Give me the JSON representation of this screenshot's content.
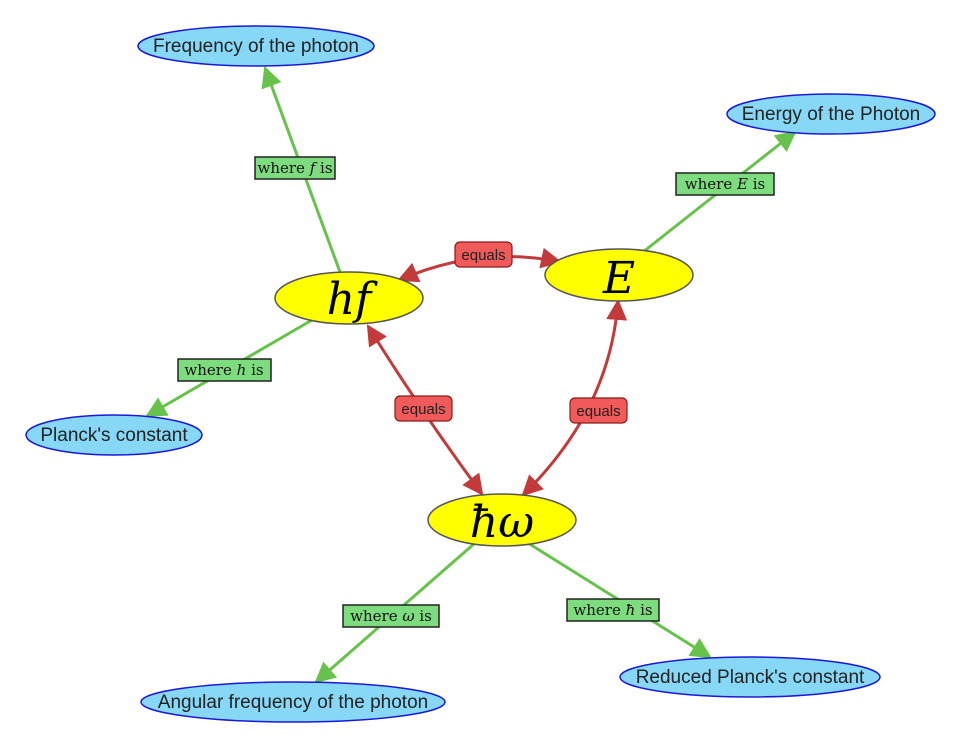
{
  "colors": {
    "concept_fill": "#87d7f7",
    "concept_stroke": "#1a1ad6",
    "expr_fill": "#ffff00",
    "expr_stroke": "#555555",
    "equals_edge": "#c33a3a",
    "equals_box": "#f05a5a",
    "where_edge": "#66c24a",
    "where_box": "#7ddc7d"
  },
  "nodes": {
    "frequency": "Frequency of the photon",
    "energy": "Energy of the Photon",
    "planck": "Planck's constant",
    "angular": "Angular frequency of the photon",
    "reduced": "Reduced Planck's constant",
    "hf": "hf",
    "E": "E",
    "hbar_omega": "ħω"
  },
  "edges": {
    "hf_E": "equals",
    "hf_hw": "equals",
    "E_hw": "equals",
    "where_f": {
      "prefix": "where ",
      "var": "f",
      "suffix": " is"
    },
    "where_E": {
      "prefix": "where ",
      "var": "E",
      "suffix": " is"
    },
    "where_h": {
      "prefix": "where ",
      "var": "h",
      "suffix": " is"
    },
    "where_omega": {
      "prefix": "where ",
      "var": "ω",
      "suffix": " is"
    },
    "where_hbar": {
      "prefix": "where ",
      "var": "ħ",
      "suffix": " is"
    }
  }
}
